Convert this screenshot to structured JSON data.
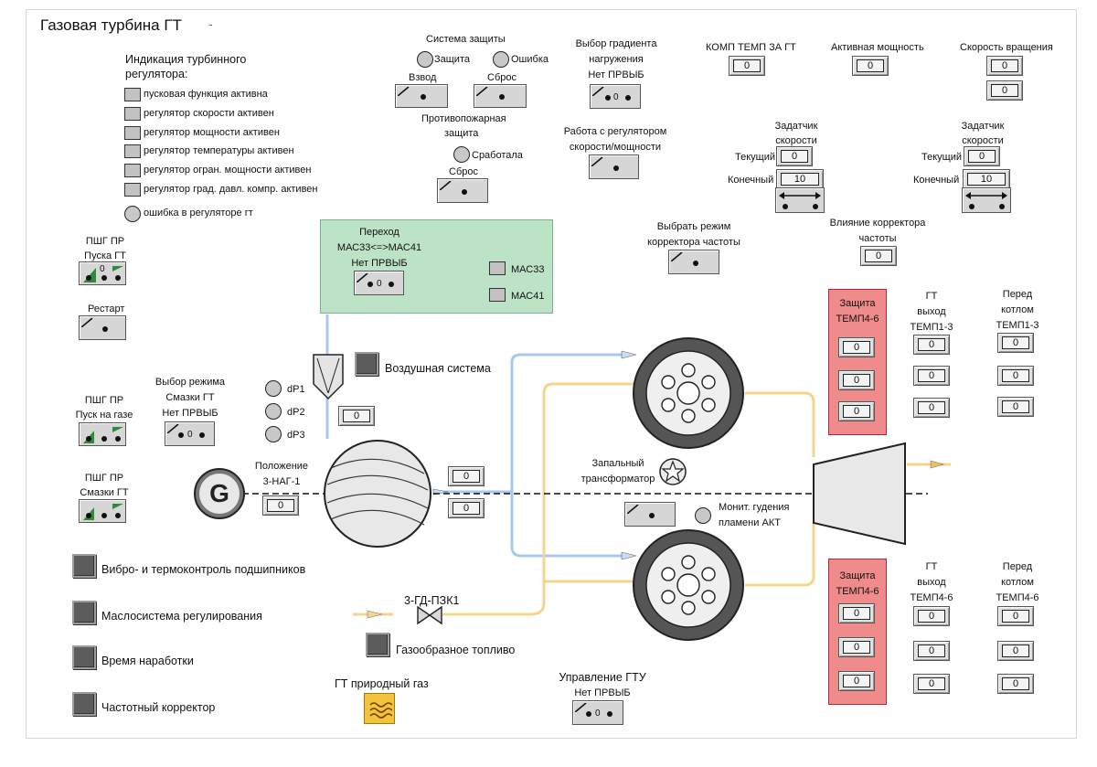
{
  "title": "Газовая турбина ГТ",
  "regulator": {
    "heading_line1": "Индикация турбинного",
    "heading_line2": "регулятора:",
    "items": [
      "пусковая функция активна",
      "регулятор скорости активен",
      "регулятор мощности активен",
      "регулятор температуры активен",
      "регулятор огран. мощности активен",
      "регулятор град. давл. компр. активен"
    ],
    "error": "ошибка в регуляторе гт"
  },
  "protection": {
    "title": "Система защиты",
    "protect": "Защита",
    "error": "Ошибка",
    "arm": "Взвод",
    "reset": "Сброс"
  },
  "fire": {
    "title_line1": "Противопожарная",
    "title_line2": "защита",
    "tripped": "Сработала",
    "reset": "Сброс"
  },
  "gradient": {
    "line1": "Выбор градиента",
    "line2": "нагружения",
    "line3": "Нет ПРВЫБ",
    "value": "0"
  },
  "speed_power": {
    "line1": "Работа с регулятором",
    "line2": "скорости/мощности"
  },
  "comp_temp": {
    "label": "КОМП ТЕМП ЗА ГТ",
    "value": "0"
  },
  "active_power": {
    "label": "Активная мощность",
    "value": "0"
  },
  "rot_speed": {
    "label": "Скорость вращения",
    "value1": "0",
    "value2": "0"
  },
  "setpoint_left": {
    "line1": "Задатчик",
    "line2": "скорости",
    "current_label": "Текущий",
    "current": "0",
    "final_label": "Конечный",
    "final": "10"
  },
  "setpoint_right": {
    "line1": "Задатчик",
    "line2": "скорости",
    "current_label": "Текущий",
    "current": "0",
    "final_label": "Конечный",
    "final": "10"
  },
  "freq_mode": {
    "line1": "Выбрать режим",
    "line2": "корректора частоты"
  },
  "freq_influence": {
    "line1": "Влияние корректора",
    "line2": "частоты",
    "value": "0"
  },
  "transition": {
    "line1": "Переход",
    "line2": "МАС33<=>МАС41",
    "line3": "Нет ПРВЫБ",
    "value": "0",
    "mac33": "МАС33",
    "mac41": "МАС41"
  },
  "pshg_start": {
    "line1": "ПШГ ПР",
    "line2": "Пуска ГТ",
    "value": "0"
  },
  "restart": "Рестарт",
  "pshg_gas": {
    "line1": "ПШГ ПР",
    "line2": "Пуск на газе"
  },
  "lube_mode": {
    "line1": "Выбор режима",
    "line2": "Смазки ГТ",
    "line3": "Нет ПРВЫБ",
    "value": "0"
  },
  "pshg_lube": {
    "line1": "ПШГ ПР",
    "line2": "Смазки ГТ"
  },
  "dp": {
    "dp1": "dP1",
    "dp2": "dP2",
    "dp3": "dP3",
    "value": "0"
  },
  "air_system": "Воздушная система",
  "position": {
    "line1": "Положение",
    "line2": "3-НАГ-1",
    "value": "0"
  },
  "generator": "G",
  "compressor_values": {
    "v1": "0",
    "v2": "0"
  },
  "ignition": {
    "line1": "Запальный",
    "line2": "трансформатор"
  },
  "flame": {
    "line1": "Монит. гудения",
    "line2": "пламени АКТ"
  },
  "protect_temp_top": {
    "line1": "Защита",
    "line2": "ТЕМП4-6",
    "values": [
      "0",
      "0",
      "0"
    ]
  },
  "protect_temp_bottom": {
    "line1": "Защита",
    "line2": "ТЕМП4-6",
    "values": [
      "0",
      "0",
      "0"
    ]
  },
  "gt_out_top": {
    "line1": "ГТ",
    "line2": "выход",
    "line3": "ТЕМП1-3",
    "values": [
      "0",
      "0",
      "0"
    ]
  },
  "boiler_top": {
    "line1": "Перед",
    "line2": "котлом",
    "line3": "ТЕМП1-3",
    "values": [
      "0",
      "0",
      "0"
    ]
  },
  "gt_out_bottom": {
    "line1": "ГТ",
    "line2": "выход",
    "line3": "ТЕМП4-6",
    "values": [
      "0",
      "0",
      "0"
    ]
  },
  "boiler_bottom": {
    "line1": "Перед",
    "line2": "котлом",
    "line3": "ТЕМП4-6",
    "values": [
      "0",
      "0",
      "0"
    ]
  },
  "valve": "3-ГД-ПЗК1",
  "gas_fuel": "Газообразное топливо",
  "natural_gas": "ГТ природный газ",
  "gtu_control": {
    "line1": "Управление ГТУ",
    "line2": "Нет ПРВЫБ",
    "value": "0"
  },
  "bottom_buttons": [
    "Вибро- и термоконтроль подшипников",
    "Маслосистема регулирования",
    "Время наработки",
    "Частотный корректор"
  ],
  "colors": {
    "green_panel": "#bde3c6",
    "red_panel": "#f08b8b",
    "air_pipe": "#a8c8f0",
    "fuel_pipe": "#f7d48e"
  }
}
